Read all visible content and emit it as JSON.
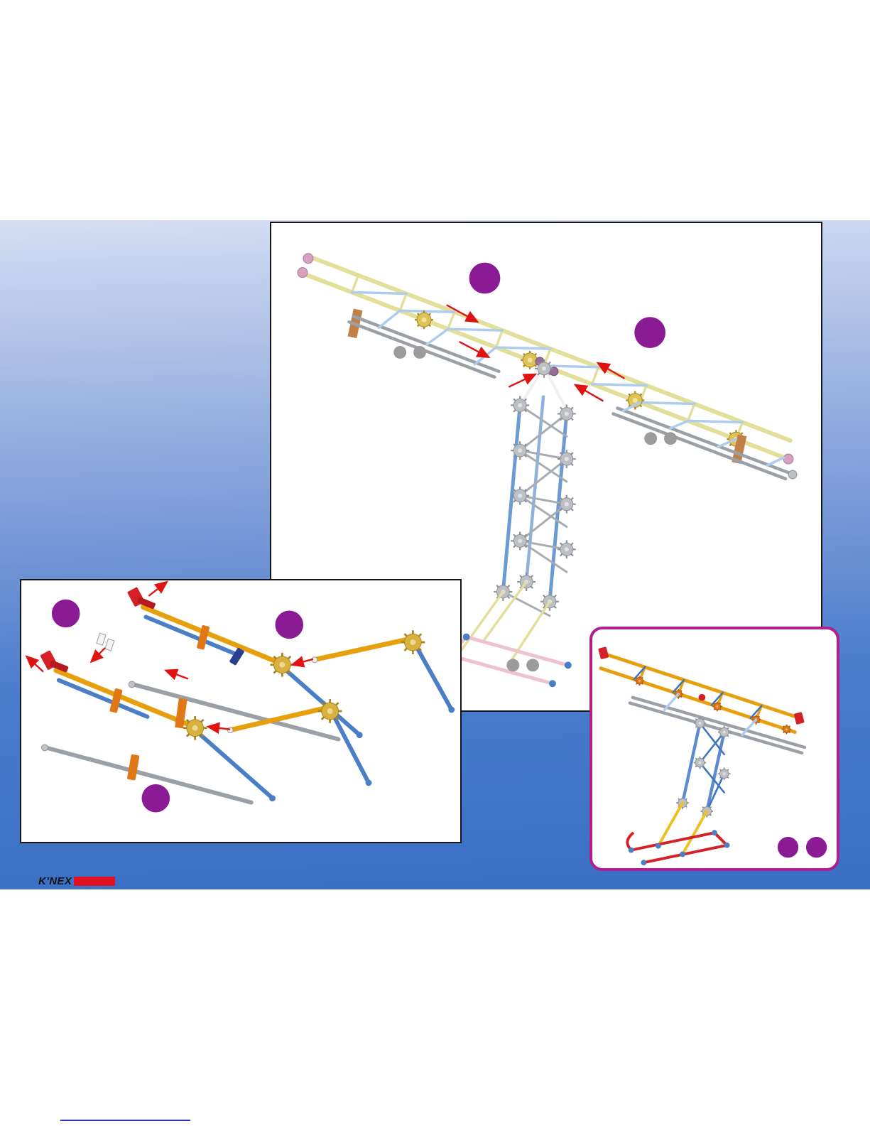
{
  "document": {
    "kind": "building-instructions-page"
  },
  "colors": {
    "page_bg": "#ffffff",
    "blue_top": "#d6def3",
    "blue_bottom": "#3a6fc4",
    "panel_border": "#161616",
    "rounded_panel_border": "#b01f90",
    "badge": "#8a1b94",
    "dot": "#9b9b9b",
    "arrow_red": "#e01212",
    "link_underline": "#2a35c8"
  },
  "model_colors": {
    "gold_rod": "#e6a00e",
    "pale_yellow_rod": "#e2df9a",
    "blue_rod": "#4a7ec6",
    "light_blue_rod": "#aecdee",
    "gray_rod": "#9aa0a6",
    "red_part": "#d42027",
    "orange_part": "#e07818",
    "tan_hub": "#d9b13e",
    "gray_hub": "#bcc0c5",
    "pink_rod": "#eec2cf",
    "dark_blue_part": "#2b3f90",
    "brown_bracket": "#c08048",
    "yellow_rod": "#f0c020"
  },
  "logo": {
    "text": "K'NEX",
    "band_color": "#e01020"
  },
  "panels": {
    "main_step": {
      "badge_count": 2,
      "dot_pair_count": 3
    },
    "detail_step": {
      "badge_count": 3
    },
    "mini_model": {
      "badge_count": 2
    }
  }
}
